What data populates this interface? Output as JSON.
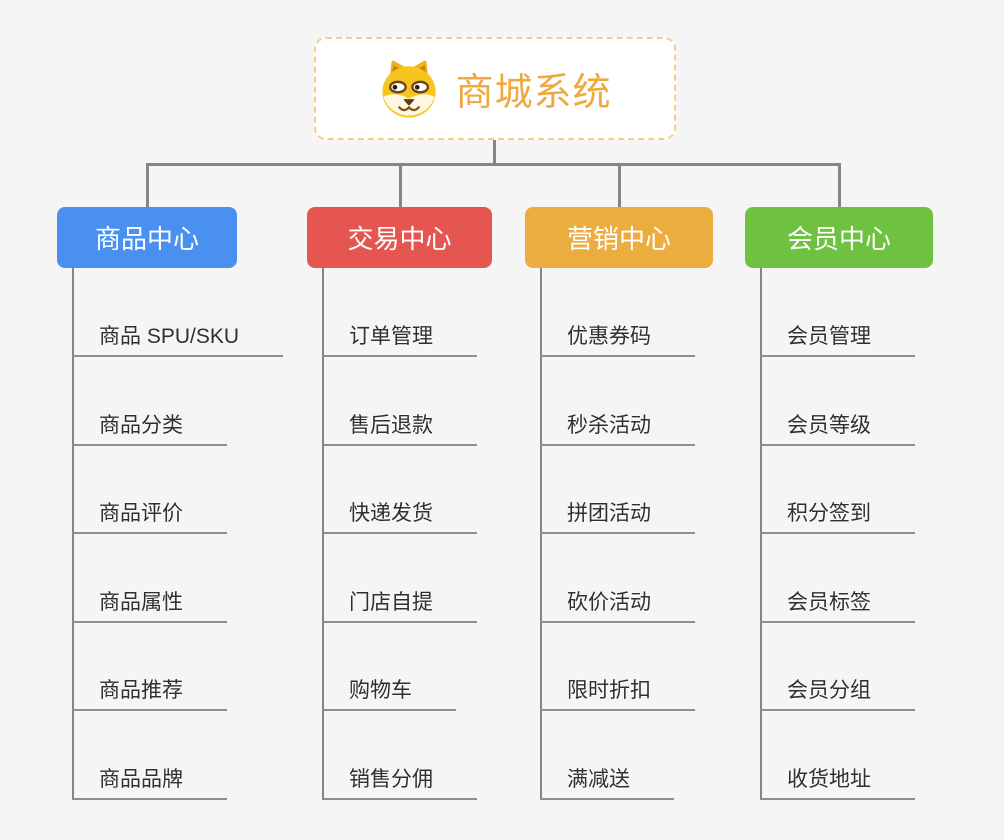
{
  "root": {
    "title": "商城系统",
    "icon": "dog-icon",
    "text_color": "#efa93f",
    "border_color": "#f6cc8b",
    "background_color": "#ffffff"
  },
  "page_background_color": "#f5f5f6",
  "connector_color": "#858585",
  "leaf_underline_color": "#8f8f8f",
  "leaf_text_color": "#2f2f2f",
  "branches": [
    {
      "label": "商品中心",
      "color": "#4a90f0",
      "children": [
        "商品 SPU/SKU",
        "商品分类",
        "商品评价",
        "商品属性",
        "商品推荐",
        "商品品牌"
      ]
    },
    {
      "label": "交易中心",
      "color": "#e4564f",
      "children": [
        "订单管理",
        "售后退款",
        "快递发货",
        "门店自提",
        "购物车",
        "销售分佣"
      ]
    },
    {
      "label": "营销中心",
      "color": "#ebad3f",
      "children": [
        "优惠券码",
        "秒杀活动",
        "拼团活动",
        "砍价活动",
        "限时折扣",
        "满减送"
      ]
    },
    {
      "label": "会员中心",
      "color": "#6ec23f",
      "children": [
        "会员管理",
        "会员等级",
        "积分签到",
        "会员标签",
        "会员分组",
        "收货地址"
      ]
    }
  ]
}
